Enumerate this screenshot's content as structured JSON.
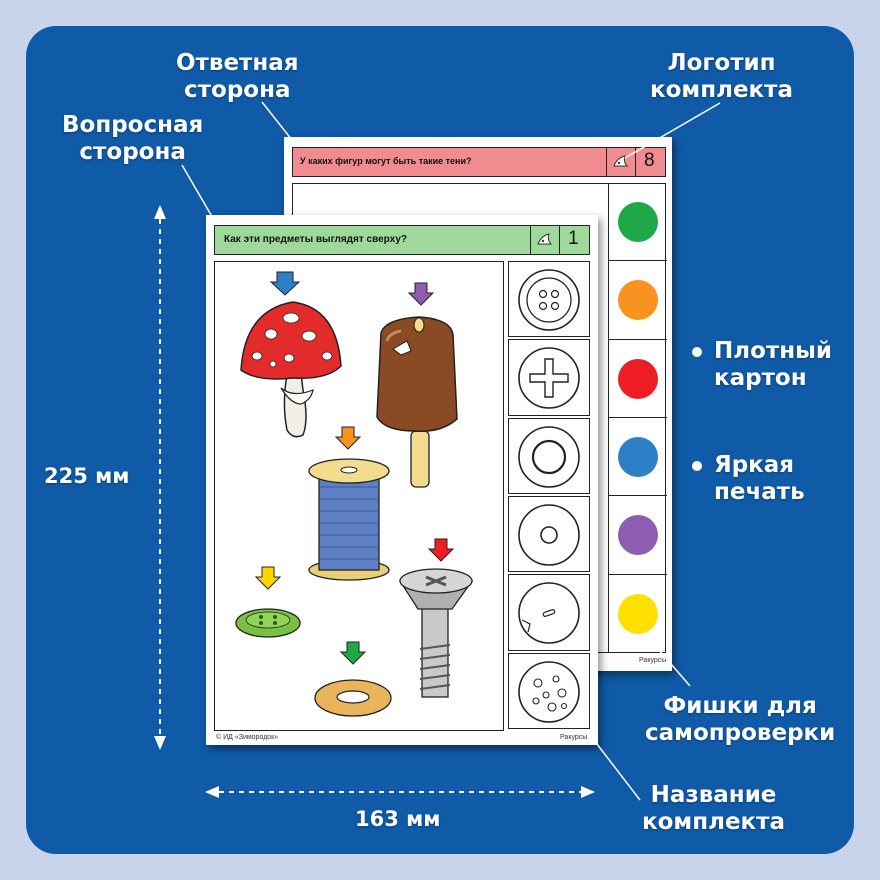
{
  "labels": {
    "answer_side": [
      "Ответная",
      "сторона"
    ],
    "question_side": [
      "Вопросная",
      "сторона"
    ],
    "logo": [
      "Логотип",
      "комплекта"
    ],
    "cardboard": [
      "Плотный",
      "картон"
    ],
    "print": [
      "Яркая",
      "печать"
    ],
    "chips": [
      "Фишки для",
      "самопроверки"
    ],
    "set_name": [
      "Название",
      "комплекта"
    ],
    "height": "225 мм",
    "width": "163 мм"
  },
  "back_card": {
    "question": "У каких фигур могут быть такие тени?",
    "number": "8",
    "footer_right": "Ракурсы",
    "chip_colors": [
      "#1fa84a",
      "#f7931e",
      "#ee1c25",
      "#2d7fc6",
      "#8e5db0",
      "#ffe000"
    ],
    "header_color": "#f08b8f"
  },
  "front_card": {
    "question": "Как эти предметы выглядят сверху?",
    "number": "1",
    "footer_left": "© ИД «Зимородок»",
    "footer_right": "Ракурсы",
    "header_color": "#9ed99b",
    "items": [
      "mushroom",
      "ice-cream",
      "spool",
      "button",
      "screw",
      "washer"
    ],
    "arrow_colors": {
      "mushroom": "#2d7fc6",
      "ice_cream": "#8e5db0",
      "spool": "#f7931e",
      "button": "#ffd700",
      "screw": "#ee1c25",
      "washer": "#1fa84a"
    },
    "answer_cells": [
      "button-holes",
      "cross-slot",
      "ring",
      "small-ring",
      "button-slot",
      "cheese-holes"
    ]
  }
}
